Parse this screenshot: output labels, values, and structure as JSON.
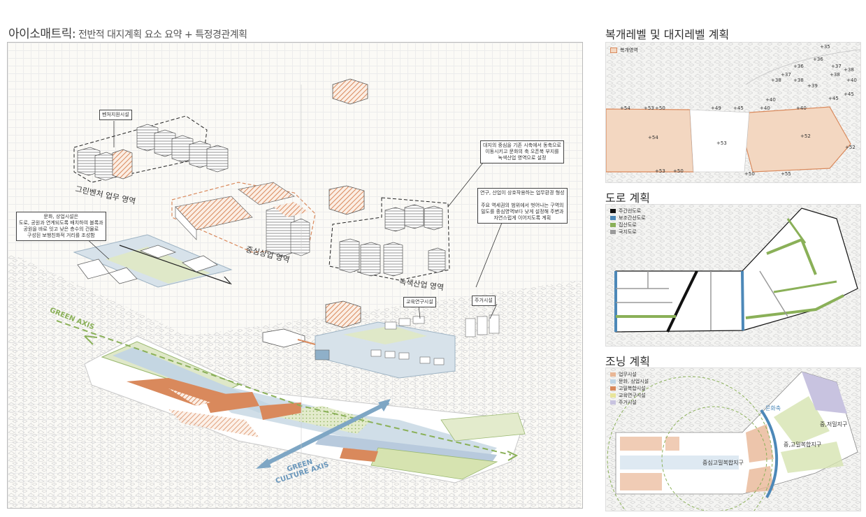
{
  "title": {
    "main": "아이소매트릭:",
    "sub": " 전반적 대지계획 요소 요약 + 특정경관계획"
  },
  "main": {
    "notes": {
      "support": "벤처지원시설",
      "green_industry": "대지의 중심을 기존 시축에서 동축으로\n이동시키고 문화의 축 오픈북 부지를\n녹색산업 영역으로 설정",
      "live_work": "연구, 산업이 상호작용하는 업무환경 형성\n\n주요 역세권의 범위에서 벗어나는 구역의\n밀도를 중심영역보다 낮게 설정해 주변과\n자연스럽게 이어지도록 계획",
      "culture": "문화, 상업시설은\n도로, 공원과 연계되도록 배치하여 블록과\n공원을 바로 잇고 낮은 층수의 건물로\n구성된 보행친화적 거리를 조성함",
      "research": "교육연구시설",
      "housing": "주거시설"
    },
    "zones": {
      "green_venture": "그린벤처 업무 영역",
      "central_commerce": "중심상업 영역",
      "green_industry": "녹색산업 영역"
    },
    "axes": {
      "green": "GREEN AXIS",
      "culture": "GREEN\nCULTURE AXIS"
    }
  },
  "panels": {
    "elevation": {
      "title": "복개레벨 및 대지레벨 계획",
      "legend": "복개영역",
      "labels": [
        "+35",
        "+36",
        "+36",
        "+37",
        "+38",
        "+37",
        "+38",
        "+38",
        "+38",
        "+39",
        "+40",
        "+40",
        "+40",
        "+45",
        "+45",
        "+54",
        "+53",
        "+50",
        "+49",
        "+45",
        "+40",
        "+54",
        "+53",
        "+52",
        "+52",
        "+53",
        "+50",
        "+50",
        "+55"
      ]
    },
    "road": {
      "title": "도로 계획",
      "legend": [
        "주간선도로",
        "보조간선도로",
        "집산도로",
        "국지도로"
      ]
    },
    "zoning": {
      "title": "조닝 계획",
      "legend": [
        "업무시설",
        "문화, 상업시설",
        "고밀복합시설",
        "교육연구시설",
        "주거시설"
      ],
      "labels": {
        "culture_axis": "문화축",
        "mid_residential": "중,저밀지구",
        "mid_mixed": "중,고밀복합지구",
        "central": "중심고밀복합지구"
      }
    }
  },
  "colors": {
    "orange": "#d9895c",
    "green": "#8ab058",
    "blue": "#4c88b8",
    "black": "#111111",
    "gray": "#9a9a9a",
    "salmon": "#e9b796",
    "lightgreen": "#d6e3b0",
    "lavender": "#c8c3e0",
    "lightblue": "#bed4e6"
  }
}
